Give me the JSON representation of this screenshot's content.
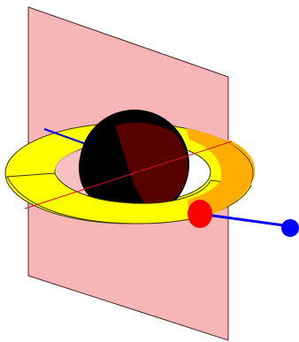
{
  "diagram": {
    "elements": [
      {
        "id": "plane",
        "kind": "translucent vertical plane"
      },
      {
        "id": "ring",
        "kind": "flat annulus intersecting the plane"
      },
      {
        "id": "sphere",
        "kind": "sphere split into dark and dark-red halves"
      },
      {
        "id": "axis-line",
        "kind": "thin red line through ring"
      },
      {
        "id": "vector",
        "kind": "blue arrow from ring edge to blue dot"
      },
      {
        "id": "marker",
        "kind": "red dot on ring edge"
      }
    ],
    "colors": {
      "background": "#ffffff",
      "plane_fill": "#f6b6b8",
      "plane_stroke": "#4a2a2a",
      "ring_front": "#ffff00",
      "ring_back": "#ffae00",
      "ring_stroke": "#3a3a00",
      "hole_fill": "#ffffff",
      "hole_tint": "#f6b6b8",
      "sphere_dark": "#000000",
      "sphere_red": "#560000",
      "axis_line": "#e01010",
      "vector": "#0000ee",
      "vector_dot": "#0000ff",
      "marker": "#ff0000"
    }
  }
}
